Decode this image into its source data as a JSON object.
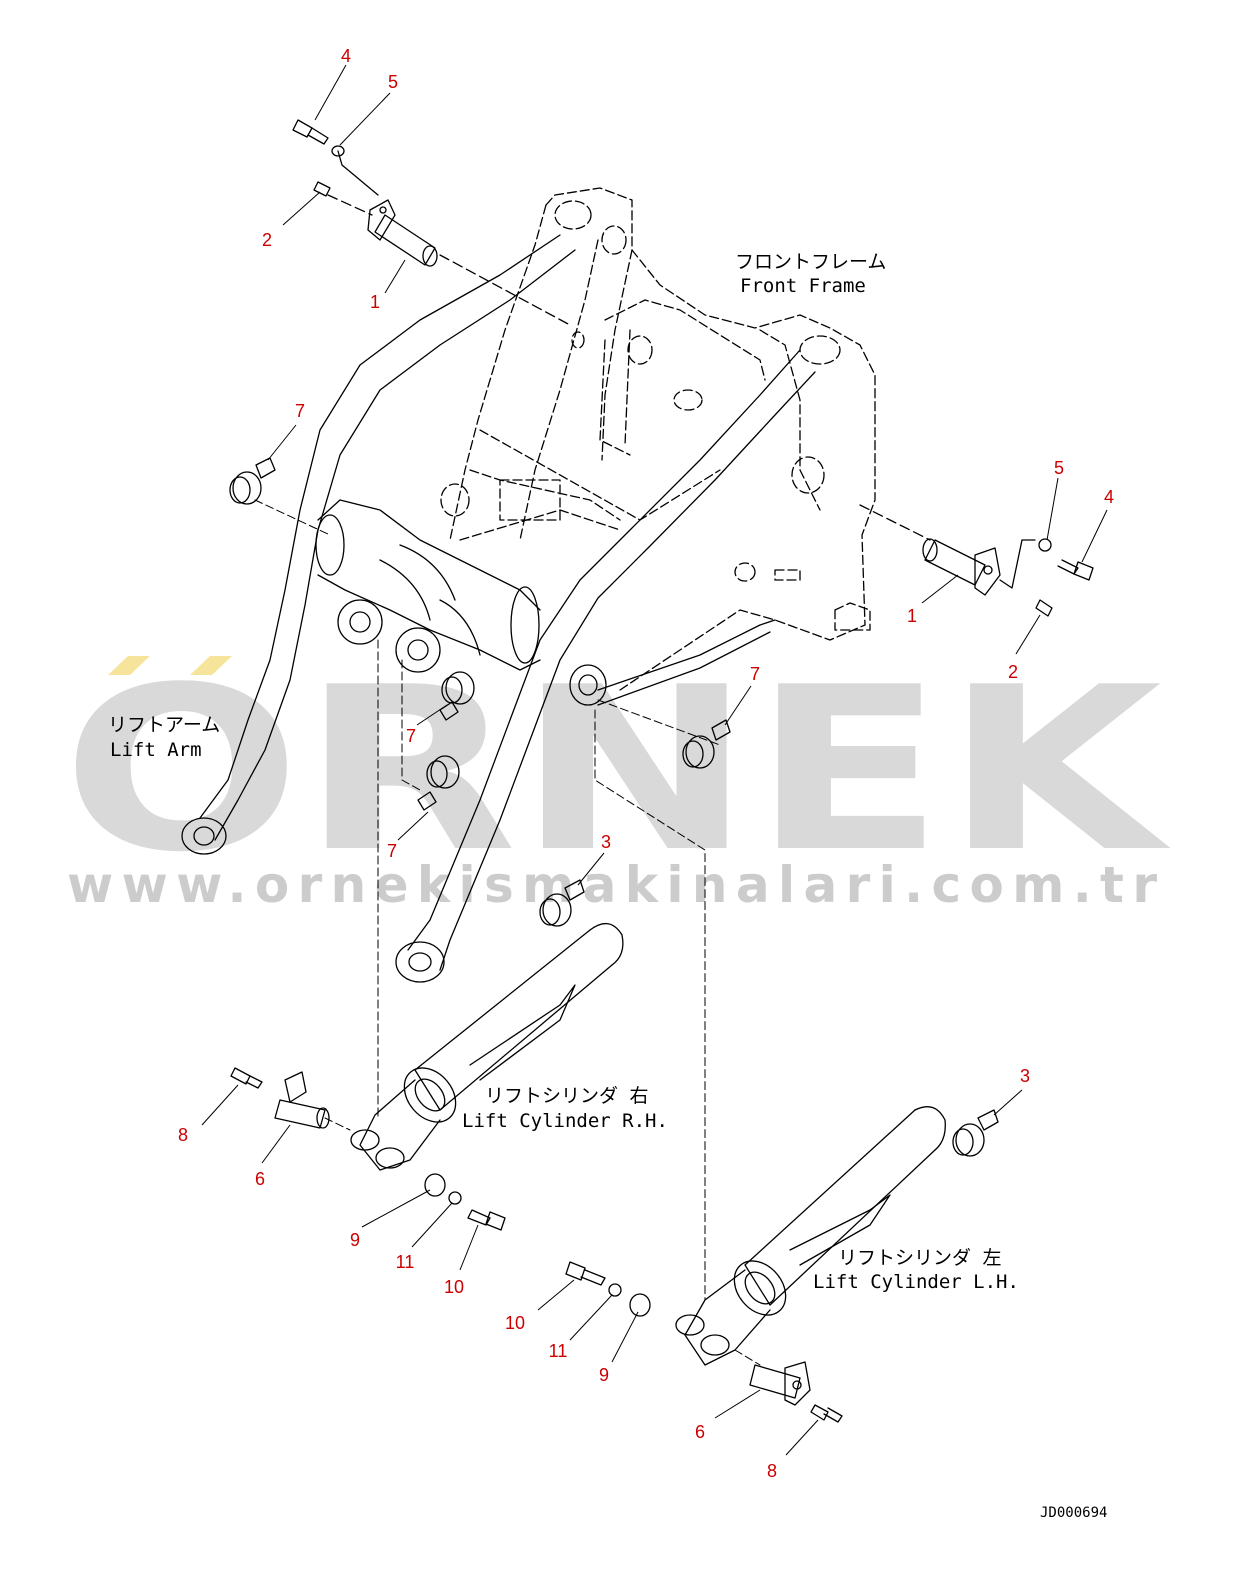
{
  "watermark": {
    "brand": "ORNEK",
    "url": "www.ornekismakinalari.com.tr",
    "color": "#d9d9d9",
    "accent_color": "#f6e49a"
  },
  "labels": {
    "front_frame_jp": "フロントフレーム",
    "front_frame_en": "Front Frame",
    "lift_arm_jp": "リフトアーム",
    "lift_arm_en": "Lift Arm",
    "cyl_rh_jp": "リフトシリンダ 右",
    "cyl_rh_en": "Lift Cylinder R.H.",
    "cyl_lh_jp": "リフトシリンダ 左",
    "cyl_lh_en": "Lift Cylinder L.H."
  },
  "drawing_code": "JD000694",
  "callout_color": "#cc0000",
  "callouts": [
    "4",
    "5",
    "2",
    "1",
    "7",
    "5",
    "4",
    "1",
    "2",
    "7",
    "7",
    "7",
    "3",
    "8",
    "6",
    "9",
    "11",
    "10",
    "3",
    "10",
    "11",
    "9",
    "6",
    "8"
  ]
}
